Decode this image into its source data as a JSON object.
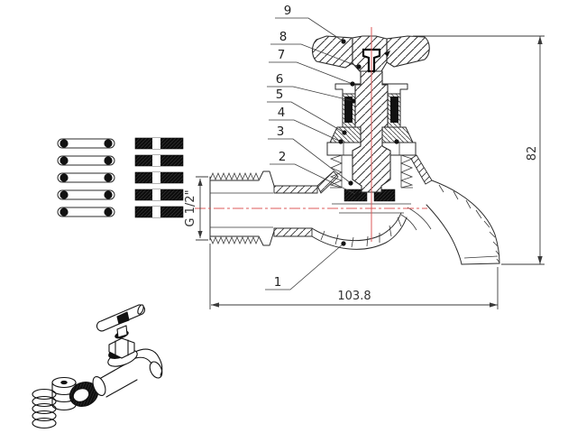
{
  "drawing": {
    "callouts": {
      "n1": "1",
      "n2": "2",
      "n3": "3",
      "n4": "4",
      "n5": "5",
      "n6": "6",
      "n7": "7",
      "n8": "8",
      "n9": "9"
    },
    "dimensions": {
      "height": "82",
      "length": "103.8",
      "thread_size": "G 1/2\""
    },
    "colors": {
      "line": "#2b2b2b",
      "centerline_red": "#dc5a5a",
      "solid_black": "#111111",
      "background": "#ffffff"
    },
    "spare_parts": {
      "o_ring_rows": 5,
      "washer_rows": 5
    }
  }
}
